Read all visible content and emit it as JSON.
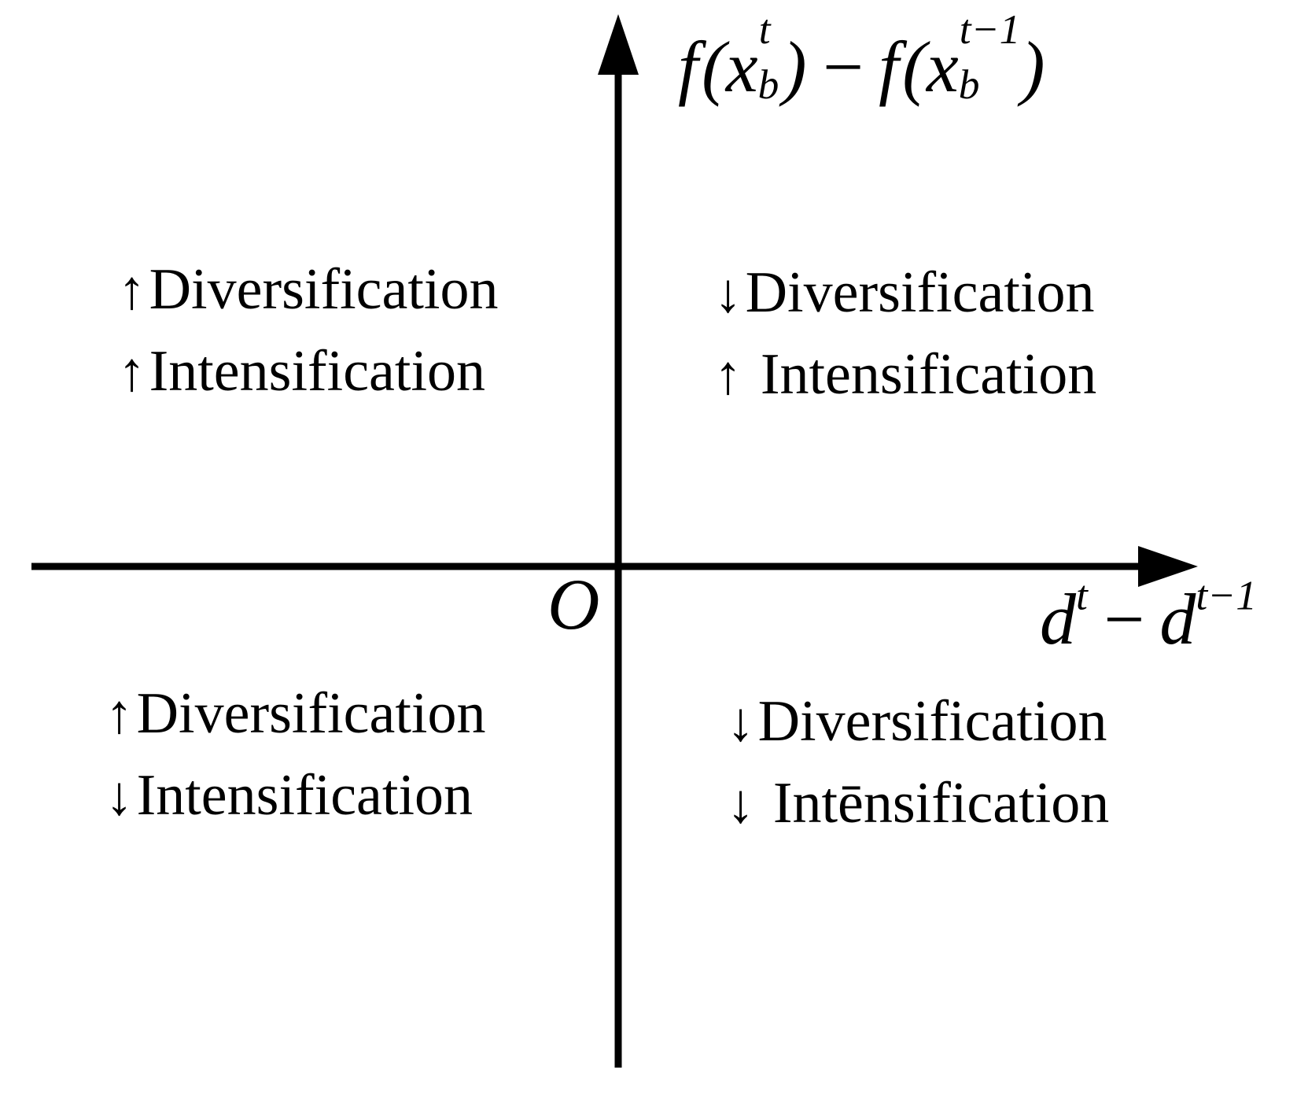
{
  "figure": {
    "background": "#ffffff",
    "ink": "#000000"
  },
  "y_axis_label": {
    "f1": "f",
    "open1": "(",
    "var1": "x",
    "sup1": "t",
    "sub1": "b",
    "close1": ")",
    "minus": "−",
    "f2": "f",
    "open2": "(",
    "var2": "x",
    "sup2": "t−1",
    "sub2": "b",
    "close2": ")"
  },
  "x_axis_label": {
    "var1": "d",
    "sup1": "t",
    "minus": "−",
    "var2": "d",
    "sup2": "t−1"
  },
  "origin_label": "O",
  "quadrants": {
    "top_left": {
      "line1": {
        "arrow": "↑",
        "term": "Diversification"
      },
      "line2": {
        "arrow": "↑",
        "term": "Intensification"
      }
    },
    "top_right": {
      "line1": {
        "arrow": "↓",
        "term": "Diversification"
      },
      "line2": {
        "arrow": "↑",
        "term": "Intensification"
      }
    },
    "bottom_left": {
      "line1": {
        "arrow": "↑",
        "term": "Diversification"
      },
      "line2": {
        "arrow": "↓",
        "term": "Intensification"
      }
    },
    "bottom_right": {
      "line1": {
        "arrow": "↓",
        "term": "Diversification"
      },
      "line2": {
        "arrow": "↓",
        "term": "Intēnsification"
      }
    }
  }
}
